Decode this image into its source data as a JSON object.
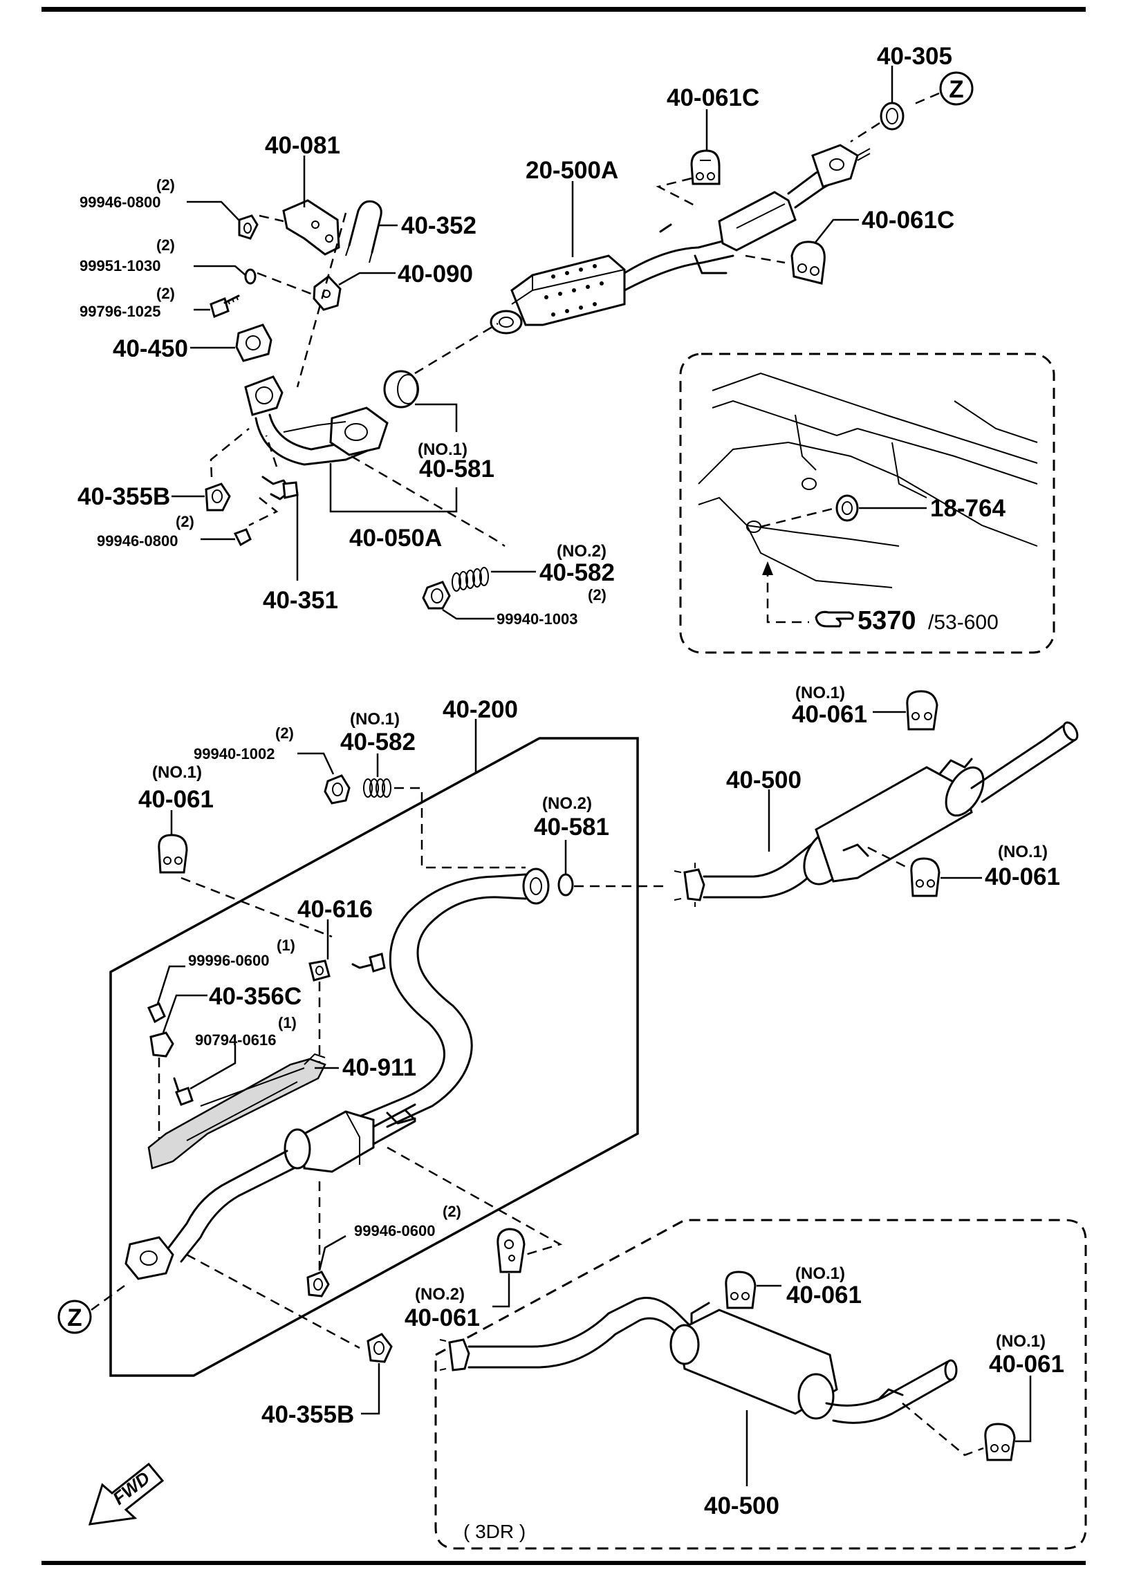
{
  "diagram": {
    "top_section": {
      "labels": {
        "p40_305": "40-305",
        "p40_061c_a": "40-061C",
        "p40_061c_b": "40-061C",
        "p20_500a": "20-500A",
        "p40_081": "40-081",
        "p40_352": "40-352",
        "p40_090": "40-090",
        "p40_450": "40-450",
        "p40_581_no1": "40-581",
        "p40_050a": "40-050A",
        "p40_355b": "40-355B",
        "p40_351": "40-351",
        "p40_582_no2": "40-582",
        "p99946_0800_a": "99946-0800",
        "p99951_1030": "99951-1030",
        "p99796_1025": "99796-1025",
        "p99946_0800_b": "99946-0800",
        "p99940_1003": "99940-1003"
      },
      "qty": {
        "q2": "(2)",
        "no1": "(NO.1)",
        "no2": "(NO.2)"
      },
      "ref_marker": "Z"
    },
    "detail_box": {
      "part": "18-764",
      "ref_bold": "5370",
      "ref_rest": "/53-600"
    },
    "middle_section": {
      "labels": {
        "p40_200": "40-200",
        "p40_582_no1": "40-582",
        "p99940_1002": "99940-1002",
        "p40_061_left": "40-061",
        "p40_581_no2": "40-581",
        "p40_500": "40-500",
        "p40_061_top": "40-061",
        "p40_061_right": "40-061",
        "p40_616": "40-616",
        "p99996_0600": "99996-0600",
        "p40_356c": "40-356C",
        "p90794_0616": "90794-0616",
        "p40_911": "40-911",
        "p99946_0600": "99946-0600",
        "p40_061_no2": "40-061",
        "p40_355b": "40-355B"
      },
      "qty": {
        "q1": "(1)",
        "q2": "(2)",
        "no1": "(NO.1)",
        "no2": "(NO.2)"
      },
      "ref_marker": "Z"
    },
    "three_door_box": {
      "variant": "( 3DR )",
      "p40_500": "40-500",
      "p40_061_a": "40-061",
      "p40_061_b": "40-061",
      "no1": "(NO.1)"
    },
    "direction": "FWD"
  }
}
